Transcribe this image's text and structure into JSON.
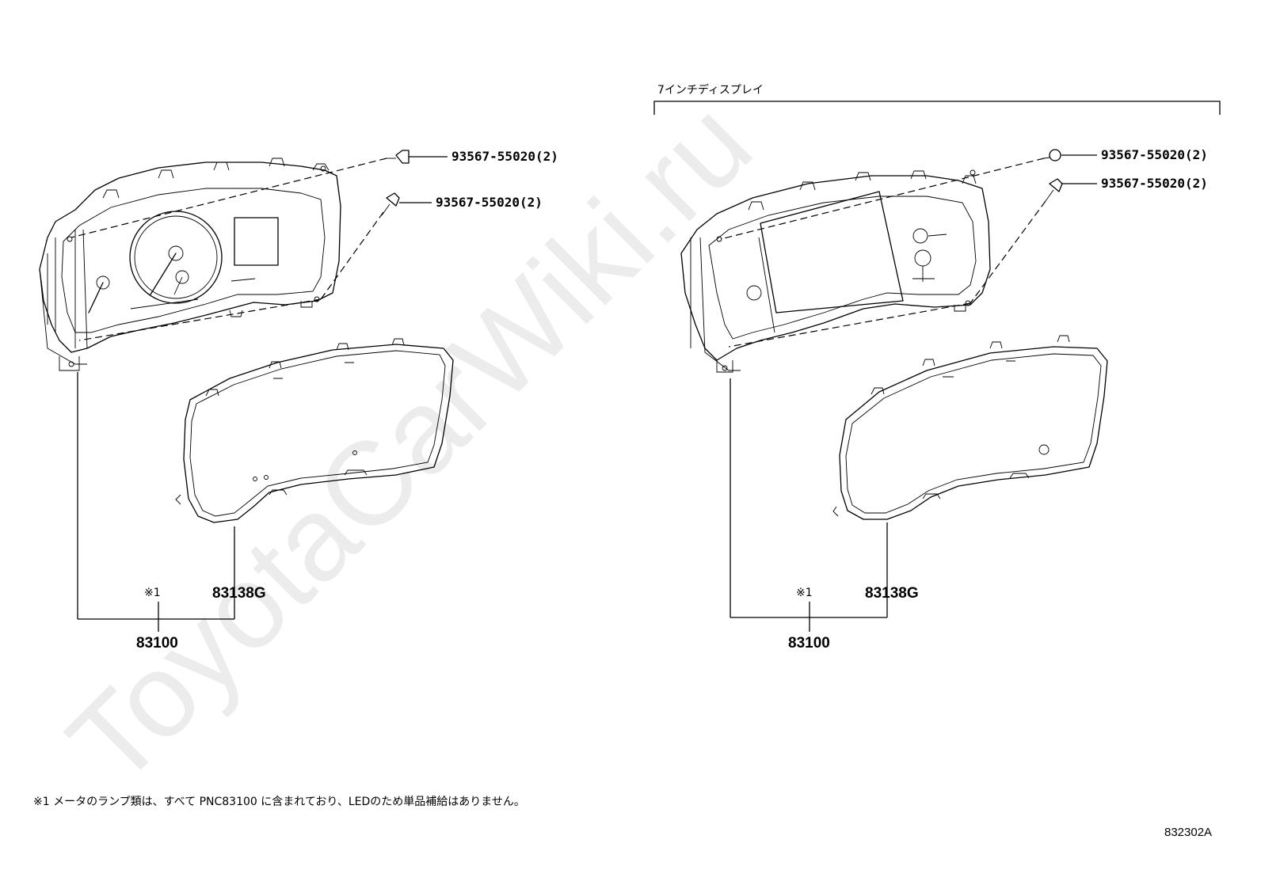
{
  "watermark": "ToyotaCarWiki.ru",
  "section_label": "7インチディスプレイ",
  "left": {
    "bolt_upper": "93567-55020(2)",
    "bolt_lower": "93567-55020(2)",
    "note_ref": "※1",
    "glass": "83138G",
    "assembly": "83100"
  },
  "right": {
    "bolt_upper": "93567-55020(2)",
    "bolt_lower": "93567-55020(2)",
    "note_ref": "※1",
    "glass": "83138G",
    "assembly": "83100"
  },
  "footnote": "※1 メータのランプ類は、すべて PNC83100 に含まれており、LEDのため単品補給はありません。",
  "figure_id": "832302A"
}
